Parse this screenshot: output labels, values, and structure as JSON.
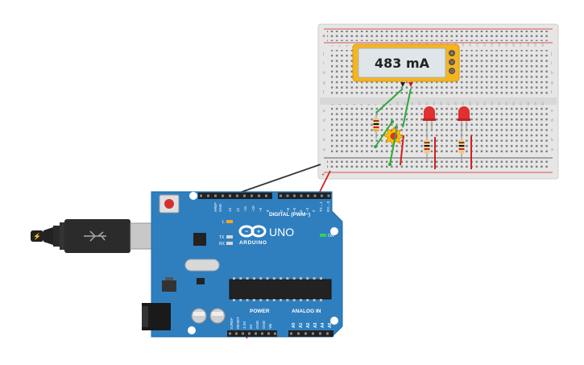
{
  "multimeter": {
    "reading": "483 mA",
    "mode_buttons": [
      "A",
      "V",
      "Ω"
    ]
  },
  "breadboard": {
    "row_letters_top": [
      "j",
      "i",
      "h",
      "g",
      "f"
    ],
    "row_letters_bottom": [
      "e",
      "d",
      "c",
      "b",
      "a"
    ],
    "column_numbers": [
      "1",
      "2",
      "3",
      "4",
      "5",
      "6",
      "7",
      "8",
      "9",
      "10",
      "11",
      "12",
      "13",
      "14",
      "15",
      "16",
      "17",
      "18",
      "19",
      "20",
      "21",
      "22",
      "23",
      "24",
      "25",
      "26",
      "27",
      "28",
      "29",
      "30"
    ]
  },
  "arduino": {
    "brand": "ARDUINO",
    "model": "UNO",
    "logo_symbol": "∞",
    "digital_header_label": "DIGITAL (PWM~)",
    "power_header_label": "POWER",
    "analog_header_label": "ANALOG IN",
    "on_label": "ON",
    "led_labels": [
      "L",
      "TX",
      "RX"
    ],
    "digital_pins": [
      "AREF",
      "GND",
      "13",
      "12",
      "~11",
      "~10",
      "~9",
      "8",
      "7",
      "~6",
      "~5",
      "4",
      "~3",
      "2",
      "TX→1",
      "RX←0"
    ],
    "power_pins": [
      "IOREF",
      "RESET",
      "3.3V",
      "5V",
      "GND",
      "GND",
      "Vin"
    ],
    "analog_pins": [
      "A0",
      "A1",
      "A2",
      "A3",
      "A4",
      "A5"
    ]
  },
  "colors": {
    "arduino_board": "#2f7fbf",
    "breadboard": "#e6e6e6",
    "wire_green": "#2fa83a",
    "wire_red": "#d42020",
    "wire_black": "#333333",
    "led_red": "#e03030",
    "meter_body": "#f5b521",
    "meter_screen": "#dfe6ea"
  }
}
